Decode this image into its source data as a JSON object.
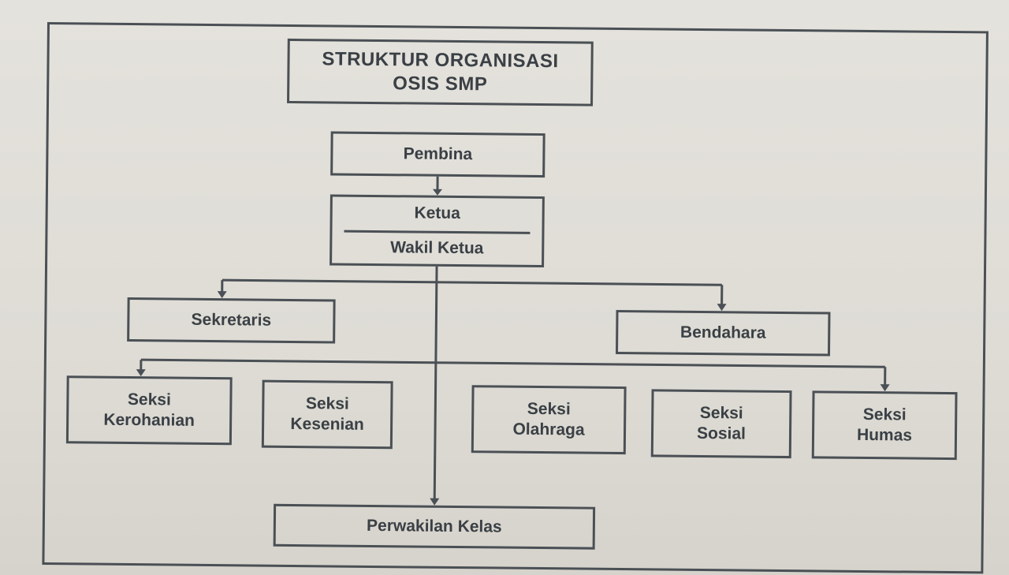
{
  "title": {
    "line1": "STRUKTUR ORGANISASI",
    "line2": "OSIS SMP"
  },
  "nodes": {
    "pembina": "Pembina",
    "ketua": "Ketua",
    "wakil_ketua": "Wakil Ketua",
    "sekretaris": "Sekretaris",
    "bendahara": "Bendahara",
    "seksi_kerohanian": [
      "Seksi",
      "Kerohanian"
    ],
    "seksi_kesenian": [
      "Seksi",
      "Kesenian"
    ],
    "seksi_olahraga": [
      "Seksi",
      "Olahraga"
    ],
    "seksi_sosial": [
      "Seksi",
      "Sosial"
    ],
    "seksi_humas": [
      "Seksi",
      "Humas"
    ],
    "perwakilan_kelas": "Perwakilan Kelas"
  }
}
